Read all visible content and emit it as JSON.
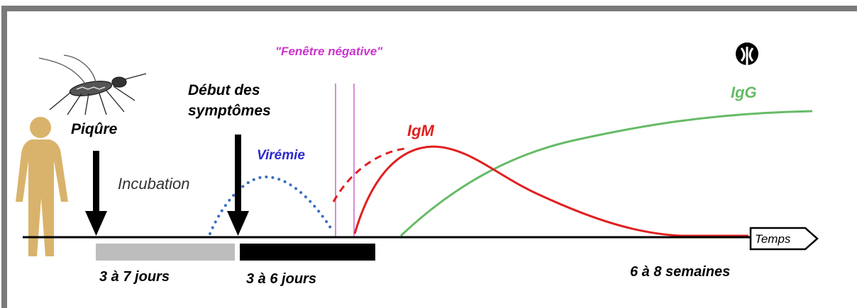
{
  "labels": {
    "window_negative": "\"Fenêtre négative\"",
    "bite": "Piqûre",
    "symptom_onset_line1": "Début des",
    "symptom_onset_line2": "symptômes",
    "incubation": "Incubation",
    "viremia": "Virémie",
    "igm": "IgM",
    "igg": "IgG",
    "time": "Temps",
    "incubation_duration": "3 à 7 jours",
    "viremia_duration": "3 à 6 jours",
    "antibody_duration": "6 à 8 semaines"
  },
  "colors": {
    "background": "#ffffff",
    "frame": "#7a7a7a",
    "window_negative": "#cc33cc",
    "window_lines": "#d98ad9",
    "viremia": "#3a6fc0",
    "viremia_label": "#2a2acc",
    "igm": "#e02020",
    "igg": "#66bb66",
    "human": "#d9b36b",
    "incubation_bar": "#bdbdbd",
    "viremia_bar": "#000000",
    "axis": "#000000"
  },
  "icons": {
    "human": "human-silhouette",
    "mosquito": "mosquito",
    "logo": "logo-emblem"
  }
}
